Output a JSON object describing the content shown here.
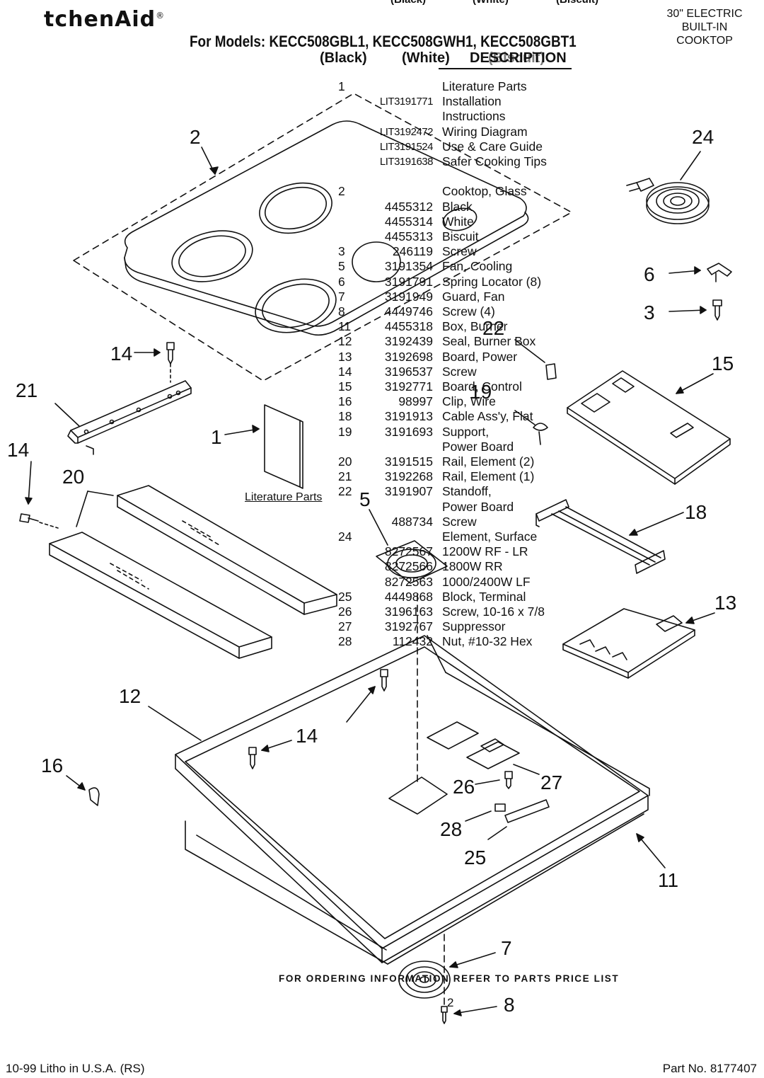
{
  "header": {
    "brand": "tchenAid",
    "registered_mark": "®",
    "top_clipped": [
      "(Black)",
      "(White)",
      "(Biscuit)"
    ],
    "models_line": "For Models: KECC508GBL1, KECC508GWH1, KECC508GBT1",
    "column_heads": [
      "(Black)",
      "(White)",
      "DESCRIPTION",
      "(Biscuit)"
    ],
    "cooktop_title": [
      "30\" ELECTRIC",
      "BUILT-IN",
      "COOKTOP"
    ]
  },
  "parts_list": [
    {
      "no": "1",
      "part": "",
      "desc": "Literature Parts"
    },
    {
      "no": "",
      "part": "LIT3191771",
      "desc": "Installation"
    },
    {
      "no": "",
      "part": "",
      "desc": "Instructions"
    },
    {
      "no": "",
      "part": "LIT3192472",
      "desc": "Wiring Diagram"
    },
    {
      "no": "",
      "part": "LIT3191524",
      "desc": "Use & Care Guide"
    },
    {
      "no": "",
      "part": "LIT3191638",
      "desc": "Safer Cooking Tips"
    },
    {
      "no": "",
      "part": "",
      "desc": ""
    },
    {
      "no": "2",
      "part": "",
      "desc": "Cooktop, Glass"
    },
    {
      "no": "",
      "part": "4455312",
      "desc": "Black"
    },
    {
      "no": "",
      "part": "4455314",
      "desc": "White"
    },
    {
      "no": "",
      "part": "4455313",
      "desc": "Biscuit"
    },
    {
      "no": "3",
      "part": "246119",
      "desc": "Screw"
    },
    {
      "no": "5",
      "part": "3191354",
      "desc": "Fan, Cooling"
    },
    {
      "no": "6",
      "part": "3191791",
      "desc": "Spring Locator (8)"
    },
    {
      "no": "7",
      "part": "3191949",
      "desc": "Guard, Fan"
    },
    {
      "no": "8",
      "part": "4449746",
      "desc": "Screw (4)"
    },
    {
      "no": "11",
      "part": "4455318",
      "desc": "Box, Burner"
    },
    {
      "no": "12",
      "part": "3192439",
      "desc": "Seal, Burner Box"
    },
    {
      "no": "13",
      "part": "3192698",
      "desc": "Board, Power"
    },
    {
      "no": "14",
      "part": "3196537",
      "desc": "Screw"
    },
    {
      "no": "15",
      "part": "3192771",
      "desc": "Board, Control"
    },
    {
      "no": "16",
      "part": "98997",
      "desc": "Clip, Wire"
    },
    {
      "no": "18",
      "part": "3191913",
      "desc": "Cable Ass'y, Flat"
    },
    {
      "no": "19",
      "part": "3191693",
      "desc": "Support,"
    },
    {
      "no": "",
      "part": "",
      "desc": "Power Board"
    },
    {
      "no": "20",
      "part": "3191515",
      "desc": "Rail, Element (2)"
    },
    {
      "no": "21",
      "part": "3192268",
      "desc": "Rail, Element (1)"
    },
    {
      "no": "22",
      "part": "3191907",
      "desc": "Standoff,"
    },
    {
      "no": "",
      "part": "",
      "desc": "Power Board"
    },
    {
      "no": "",
      "part": "488734",
      "desc": "Screw"
    },
    {
      "no": "24",
      "part": "",
      "desc": "Element, Surface"
    },
    {
      "no": "",
      "part": "8272567",
      "desc": "1200W RF - LR"
    },
    {
      "no": "",
      "part": "8272566",
      "desc": "1800W RR"
    },
    {
      "no": "",
      "part": "8272563",
      "desc": "1000/2400W LF"
    },
    {
      "no": "25",
      "part": "4449868",
      "desc": "Block, Terminal"
    },
    {
      "no": "26",
      "part": "3196163",
      "desc": "Screw, 10-16 x 7/8"
    },
    {
      "no": "27",
      "part": "3192767",
      "desc": "Suppressor"
    },
    {
      "no": "28",
      "part": "112432",
      "desc": "Nut, #10-32 Hex"
    }
  ],
  "callouts": [
    "2",
    "24",
    "6",
    "3",
    "14",
    "21",
    "15",
    "1",
    "14",
    "20",
    "22",
    "19",
    "5",
    "18",
    "13",
    "12",
    "14",
    "16",
    "26",
    "27",
    "28",
    "25",
    "11",
    "7",
    "8",
    "2"
  ],
  "literature_label": "Literature Parts",
  "order_note": "FOR ORDERING INFORMATION REFER TO PARTS PRICE LIST",
  "footer": {
    "left": "10-99 Litho in U.S.A. (RS)",
    "right": "Part No. 8177407"
  }
}
